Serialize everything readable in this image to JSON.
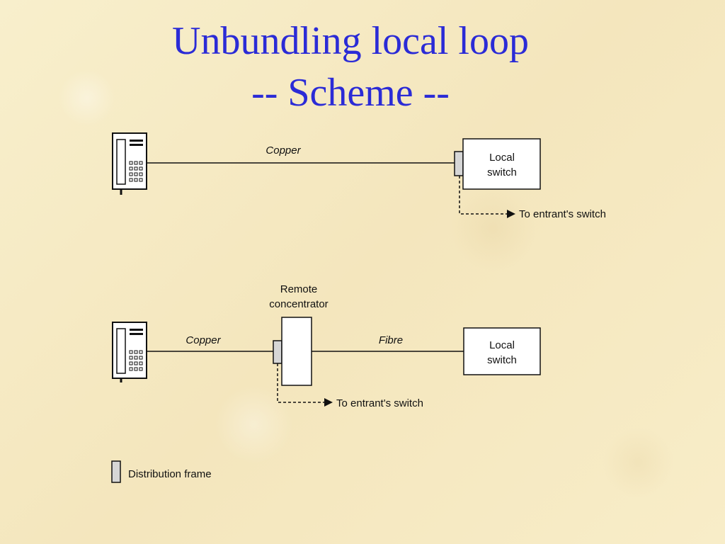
{
  "title": {
    "line1": "Unbundling local loop",
    "line2": "-- Scheme --"
  },
  "diagram_top": {
    "link_label": "Copper",
    "switch_label_line1": "Local",
    "switch_label_line2": "switch",
    "branch_label": "To entrant's switch"
  },
  "diagram_bottom": {
    "concentrator_label_line1": "Remote",
    "concentrator_label_line2": "concentrator",
    "copper_label": "Copper",
    "fibre_label": "Fibre",
    "switch_label_line1": "Local",
    "switch_label_line2": "switch",
    "branch_label": "To entrant's switch"
  },
  "legend": {
    "label": "Distribution frame"
  },
  "colors": {
    "title": "#2b2bd6",
    "frame_fill": "#d6d6d6",
    "line": "#111111"
  }
}
